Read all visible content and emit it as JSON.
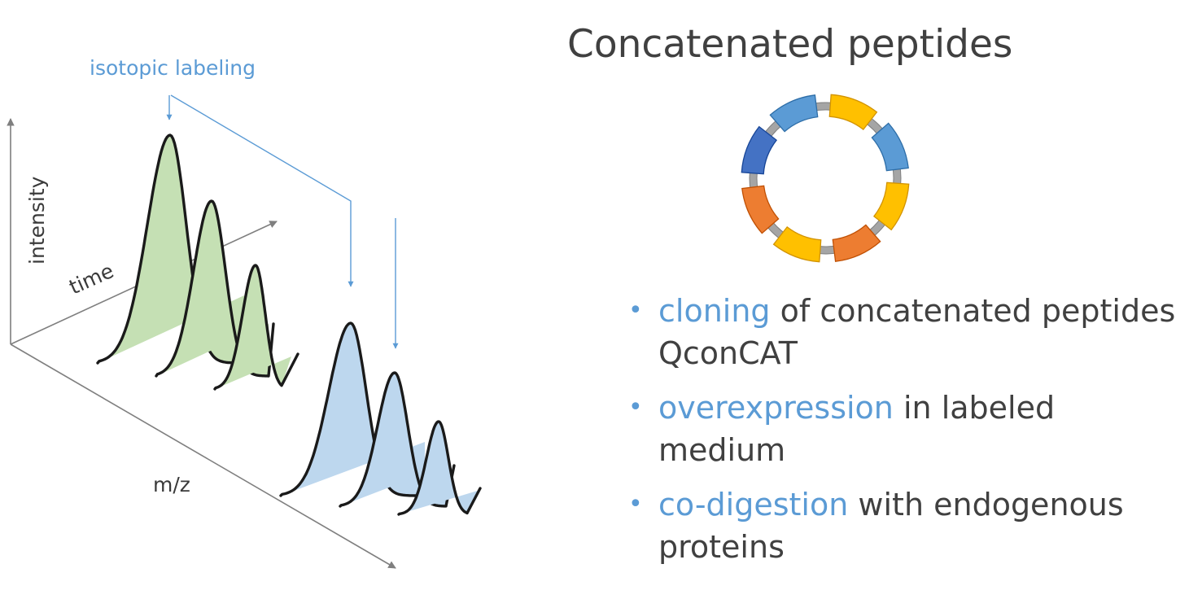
{
  "title": "Concatenated peptides",
  "diagram": {
    "axis_labels": {
      "intensity": "intensity",
      "time": "time",
      "mz": "m/z"
    },
    "annotation": "isotopic labeling",
    "colors": {
      "light_peaks_fill": "#c5e0b4",
      "heavy_peaks_fill": "#bdd7ee",
      "peak_outline": "#1a1a1a",
      "arrow": "#5b9bd5",
      "axis": "#7f7f7f"
    },
    "light_peak_group": {
      "peak_count": 3
    },
    "heavy_peak_group": {
      "peak_count": 3
    }
  },
  "ring": {
    "segment_colors": [
      "#5b9bd5",
      "#ffc000",
      "#5b9bd5",
      "#ffc000",
      "#ed7d31",
      "#ffc000",
      "#ed7d31",
      "#4472c4"
    ],
    "linker_color": "#a5a5a5"
  },
  "bullets": [
    {
      "highlight": "cloning",
      "rest": " of concatenated peptides QconCAT"
    },
    {
      "highlight": "overexpression",
      "rest": " in labeled medium"
    },
    {
      "highlight": "co-digestion",
      "rest": " with endogenous proteins"
    }
  ]
}
